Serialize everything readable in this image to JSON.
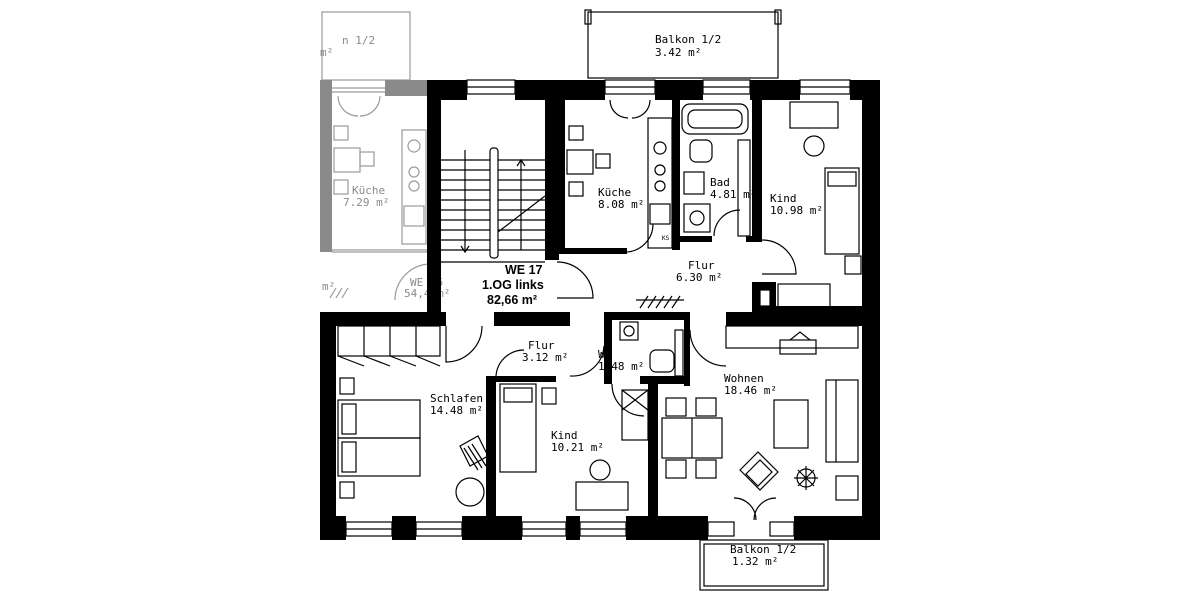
{
  "unit": {
    "id": "WE 17",
    "floor": "1.OG links",
    "area": "82,66 m²"
  },
  "neighbor": {
    "id": "WE  16",
    "area": "54,40m²",
    "kitchen_label": "Küche",
    "kitchen_area": "7.29  m²",
    "balcony_partial": "n  1/2",
    "area_partial_top": "m²",
    "area_partial_left": "m²"
  },
  "rooms": {
    "balkon_top": {
      "label": "Balkon  1/2",
      "area": "3.42  m²"
    },
    "kueche": {
      "label": "Küche",
      "area": "8.08  m²"
    },
    "bad": {
      "label": "Bad",
      "area": "4.81  m²"
    },
    "kind_right": {
      "label": "Kind",
      "area": "10.98  m²"
    },
    "flur_upper": {
      "label": "Flur",
      "area": "6.30  m²"
    },
    "flur_lower": {
      "label": "Flur",
      "area": "3.12  m²"
    },
    "wc": {
      "label": "WC",
      "area": "1.48  m²"
    },
    "schlafen": {
      "label": "Schlafen",
      "area": "14.48  m²"
    },
    "kind_lower": {
      "label": "Kind",
      "area": "10.21  m²"
    },
    "wohnen": {
      "label": "Wohnen",
      "area": "18.46  m²"
    },
    "balkon_bottom": {
      "label": "Balkon  1/2",
      "area": "1.32  m²"
    }
  },
  "fixtures": {
    "ks_label": "KS"
  },
  "colors": {
    "wall": "#000000",
    "neighbor_wall": "#8a8a8a",
    "line": "#000000",
    "background": "#ffffff"
  }
}
